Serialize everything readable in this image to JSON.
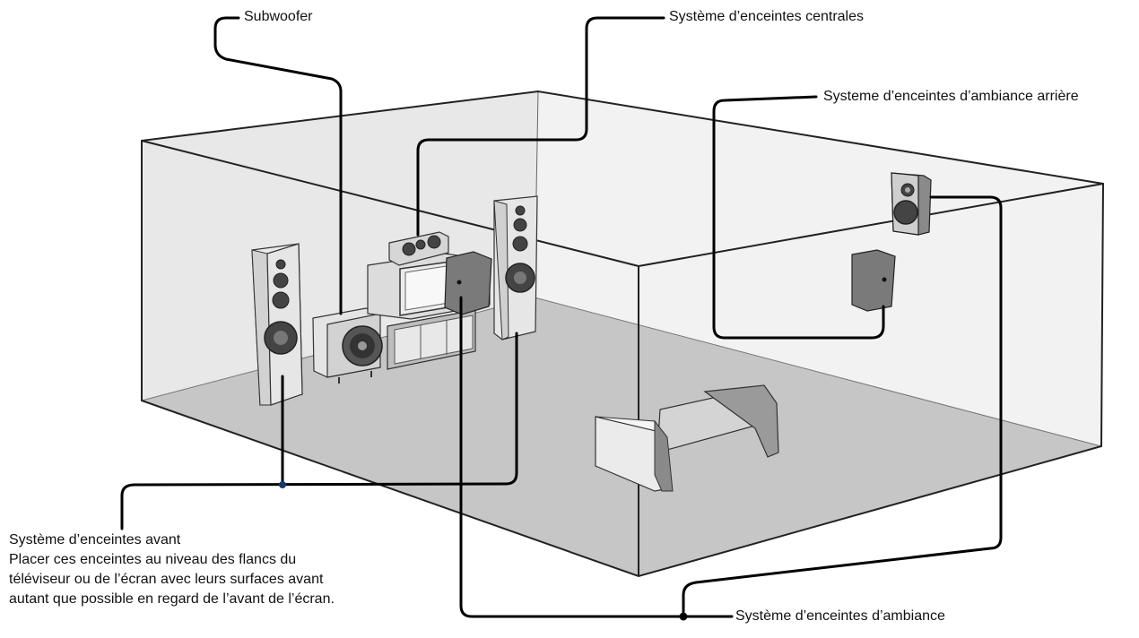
{
  "labels": {
    "subwoofer": "Subwoofer",
    "center": "Système d’enceintes centrales",
    "rear_surround": "Systeme d’enceintes d’ambiance arrière",
    "surround": "Système d’enceintes d’ambiance",
    "front_title": "Système d’enceintes avant",
    "front_desc": [
      "Placer ces enceintes au niveau des flancs du",
      "téléviseur ou de l’écran avec leurs surfaces avant",
      "autant que possible en regard de l’avant de l’écran."
    ]
  },
  "colors": {
    "line": "#000000",
    "floor": "#c4c4c4",
    "wall": "#e9e9e9",
    "speaker": "#d8d8d8",
    "speaker_dark": "#777777",
    "junction": "#1a3a6b"
  }
}
